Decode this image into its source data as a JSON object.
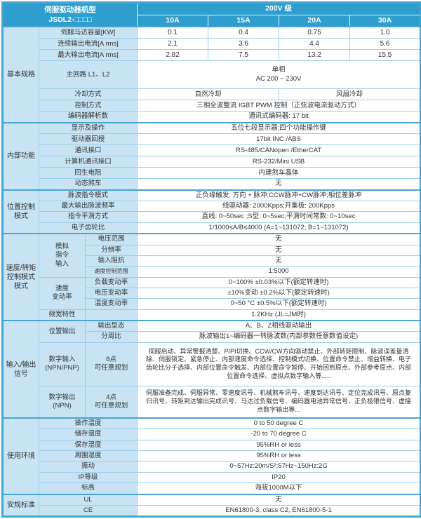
{
  "colors": {
    "header_blue": "#2E9ECF",
    "cell_light_blue": "#C8E4F4",
    "border_blue": "#48A4D2",
    "grid_blue": "#9CCDE9",
    "text_dark": "#333333"
  },
  "header": {
    "model_label": "伺服驱动器机型",
    "model_code": "JSDL2-□□□□",
    "voltage_class": "200V 级",
    "models": [
      "10A",
      "15A",
      "20A",
      "30A"
    ]
  },
  "basic": {
    "title": "基本规格",
    "motor_capacity_label": "伺服马达容量[KW]",
    "motor_capacity": [
      "0.1",
      "0.4",
      "0.75",
      "1.0"
    ],
    "cont_current_label": "连续输出电流[A rms]",
    "cont_current": [
      "2.1",
      "3.6",
      "4.4",
      "5.6"
    ],
    "max_current_label": "最大输出电流[A rms]",
    "max_current": [
      "2.82",
      "7.5",
      "13.2",
      "15.5"
    ],
    "main_circuit_label": "主回路 L1、L2",
    "main_circuit": "单相\nAC 200 ~ 230V",
    "cooling_label": "冷却方式",
    "cooling_natural": "自然冷却",
    "cooling_fan": "风扇冷却",
    "control_label": "控制方式",
    "control": "三相全波整流 IGBT PWM 控制（正弦波电流驱动方式）",
    "encoder_label": "编码器解析数",
    "encoder": "通讯式编码器: 17 bit"
  },
  "internal": {
    "title": "内部功能",
    "rows": [
      {
        "label": "显示及操作",
        "value": "五位七段显示器;四个功能操作键"
      },
      {
        "label": "驱动器回授",
        "value": "17bit INC /ABS"
      },
      {
        "label": "通讯接口",
        "value": "RS-485/CANopen /EtherCAT"
      },
      {
        "label": "计算机通讯接口",
        "value": "RS-232/Mini USB"
      },
      {
        "label": "回生电阻",
        "value": "内建煞车晶体"
      },
      {
        "label": "动态煞车",
        "value": "无"
      }
    ]
  },
  "position": {
    "title": "位置控制\n模式",
    "rows": [
      {
        "label": "脉波指令模式",
        "value": "正负缘触发: 方向 + 脉冲;CCW脉冲+CW脉冲;相位差脉冲"
      },
      {
        "label": "最大输出脉波频率",
        "value": "线驱动器: 2000Kpps;开集极: 200Kpps"
      },
      {
        "label": "指令平滑方式",
        "value": "直线: 0~50sec ;S型: 0~5sec;平滑时间常数: 0~10sec"
      },
      {
        "label": "电子齿轮比",
        "value": "1/1000≤A/B≤4000 (A=1~131072; B=1~131072)"
      }
    ]
  },
  "speed_torque": {
    "title": "速度/转矩\n控制模式\n模式",
    "analog_group": "模拟\n指令\n输入",
    "analog_rows": [
      {
        "label": "电压范围",
        "value": "无"
      },
      {
        "label": "分辨率",
        "value": "无"
      },
      {
        "label": "输入阻抗",
        "value": "无"
      },
      {
        "label": "速度控制范围",
        "value": "1:5000"
      }
    ],
    "variation_group": "速度\n变动率",
    "variation_rows": [
      {
        "label": "负载变动率",
        "value": "0~100% ±0.03%以下(额定转速时)"
      },
      {
        "label": "电压变动率",
        "value": "±10%变动 ±0.2%以下(额定转速时)"
      },
      {
        "label": "温度变动率",
        "value": "0~50 °C ±0.5%以下(额定转速时)"
      }
    ],
    "bandwidth_label": "频宽特性",
    "bandwidth_value": "1.2KHz (JL=JM时)"
  },
  "io": {
    "title": "输入/输出\n信号",
    "position_out_group": "位置输出",
    "output_type_label": "输出型态",
    "output_type": "A、B、Z相线驱动输出",
    "division_label": "分周比",
    "division": "脉波输出1~编码器一转脉波数(内部参数任意数值设定)",
    "din_group": "数字输入\n(NPN/PNP)",
    "din_points": "8点\n可任意规划",
    "din_value": "伺服启动、异常警报清楚、P/PI切换、CCW/CW方向驱动禁止、外部转矩限制、脉波误差量清除、伺服锁定、紧急停止、内部速度命令选择、控制模式切换、位置命令禁止、增益转换、电子齿轮比分子选择、内部位置命令触发、内部位置命令暂停、开始回到原点、外部参考原点、内部位置命令选择、虚拟点数字输入等.....",
    "dout_group": "数字输出\n(NPN)",
    "dout_points": "4点\n可任意规划",
    "dout_value": "伺服准备完成、伺服异常、零速度讯号、机械煞车讯号、速度到达讯号、定位完成讯号、原点复归讯号、转矩到达输出完成讯号、马达过负载信号、编码器电池异常信号、正负极限信号、虚接点数字输出等..."
  },
  "environment": {
    "title": "使用环境",
    "rows": [
      {
        "label": "操作温度",
        "value": "0 to 50 degree C"
      },
      {
        "label": "储存温度",
        "value": "-20 to 70 degree C"
      },
      {
        "label": "保存湿度",
        "value": "95%RH or less"
      },
      {
        "label": "周围湿度",
        "value": "95%RH or less"
      },
      {
        "label": "振动",
        "value": "0~57Hz:20m/S²;57Hz~150Hz:2G"
      },
      {
        "label": "IP等级",
        "value": "IP20"
      },
      {
        "label": "标高",
        "value": "海拔1000M以下"
      }
    ]
  },
  "safety": {
    "title": "安规标准",
    "rows": [
      {
        "label": "UL",
        "value": "无"
      },
      {
        "label": "CE",
        "value": "EN61800-3, class C2, EN61800-5-1"
      }
    ]
  }
}
